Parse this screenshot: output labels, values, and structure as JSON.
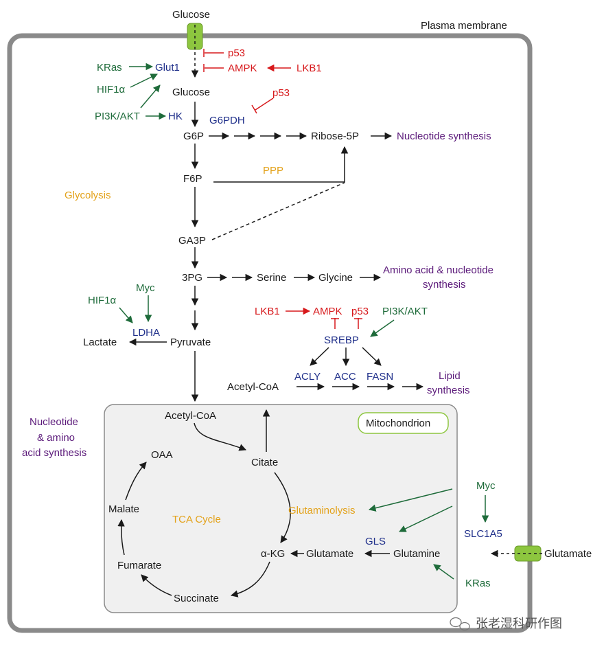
{
  "colors": {
    "metabolite": "#1a1a1a",
    "activator": "#1e6b3a",
    "inhibitor": "#d7191c",
    "enzyme": "#1f2f8a",
    "process": "#5b1a7a",
    "pathway": "#e3a21a",
    "membrane": "#8a8a8a",
    "mitochondrion_fill": "#f0f0f0",
    "transporter": "#8dc63f"
  },
  "labels": {
    "plasma_membrane": "Plasma membrane",
    "glucose_out": "Glucose",
    "p53_a": "p53",
    "ampk_a": "AMPK",
    "lkb1_a": "LKB1",
    "kras_a": "KRas",
    "glut1": "Glut1",
    "hif1a_a": "HIF1α",
    "glucose_in": "Glucose",
    "p53_b": "p53",
    "pi3k_a": "PI3K/AKT",
    "hk": "HK",
    "g6pdh": "G6PDH",
    "g6p": "G6P",
    "ribose5p": "Ribose-5P",
    "nucleotide_synthesis": "Nucleotide synthesis",
    "f6p": "F6P",
    "ppp": "PPP",
    "glycolysis": "Glycolysis",
    "ga3p": "GA3P",
    "pg3": "3PG",
    "serine": "Serine",
    "glycine": "Glycine",
    "aa_nuc_1": "Amino acid & nucleotide",
    "aa_nuc_2": "synthesis",
    "hif1a_b": "HIF1α",
    "myc_a": "Myc",
    "lkb1_b": "LKB1",
    "ampk_b": "AMPK",
    "p53_c": "p53",
    "pi3k_b": "PI3K/AKT",
    "ldha": "LDHA",
    "lactate": "Lactate",
    "pyruvate": "Pyruvate",
    "srebp": "SREBP",
    "acly": "ACLY",
    "acc": "ACC",
    "fasn": "FASN",
    "acetylcoa_cyto": "Acetyl-CoA",
    "lipid_1": "Lipid",
    "lipid_2": "synthesis",
    "nas_1": "Nucleotide",
    "nas_2": "& amino",
    "nas_3": "acid synthesis",
    "acetylcoa_mito": "Acetyl-CoA",
    "mitochondrion": "Mitochondrion",
    "oaa": "OAA",
    "citate": "Citate",
    "malate": "Malate",
    "tca": "TCA Cycle",
    "glutaminolysis": "Glutaminolysis",
    "myc_b": "Myc",
    "slc1a5": "SLC1A5",
    "gls": "GLS",
    "akg": "α-KG",
    "glutamate_in": "Glutamate",
    "glutamine": "Glutamine",
    "fumarate": "Fumarate",
    "glutamate_out": "Glutamate",
    "succinate": "Succinate",
    "kras_b": "KRas",
    "watermark": "张老湿科研作图"
  }
}
